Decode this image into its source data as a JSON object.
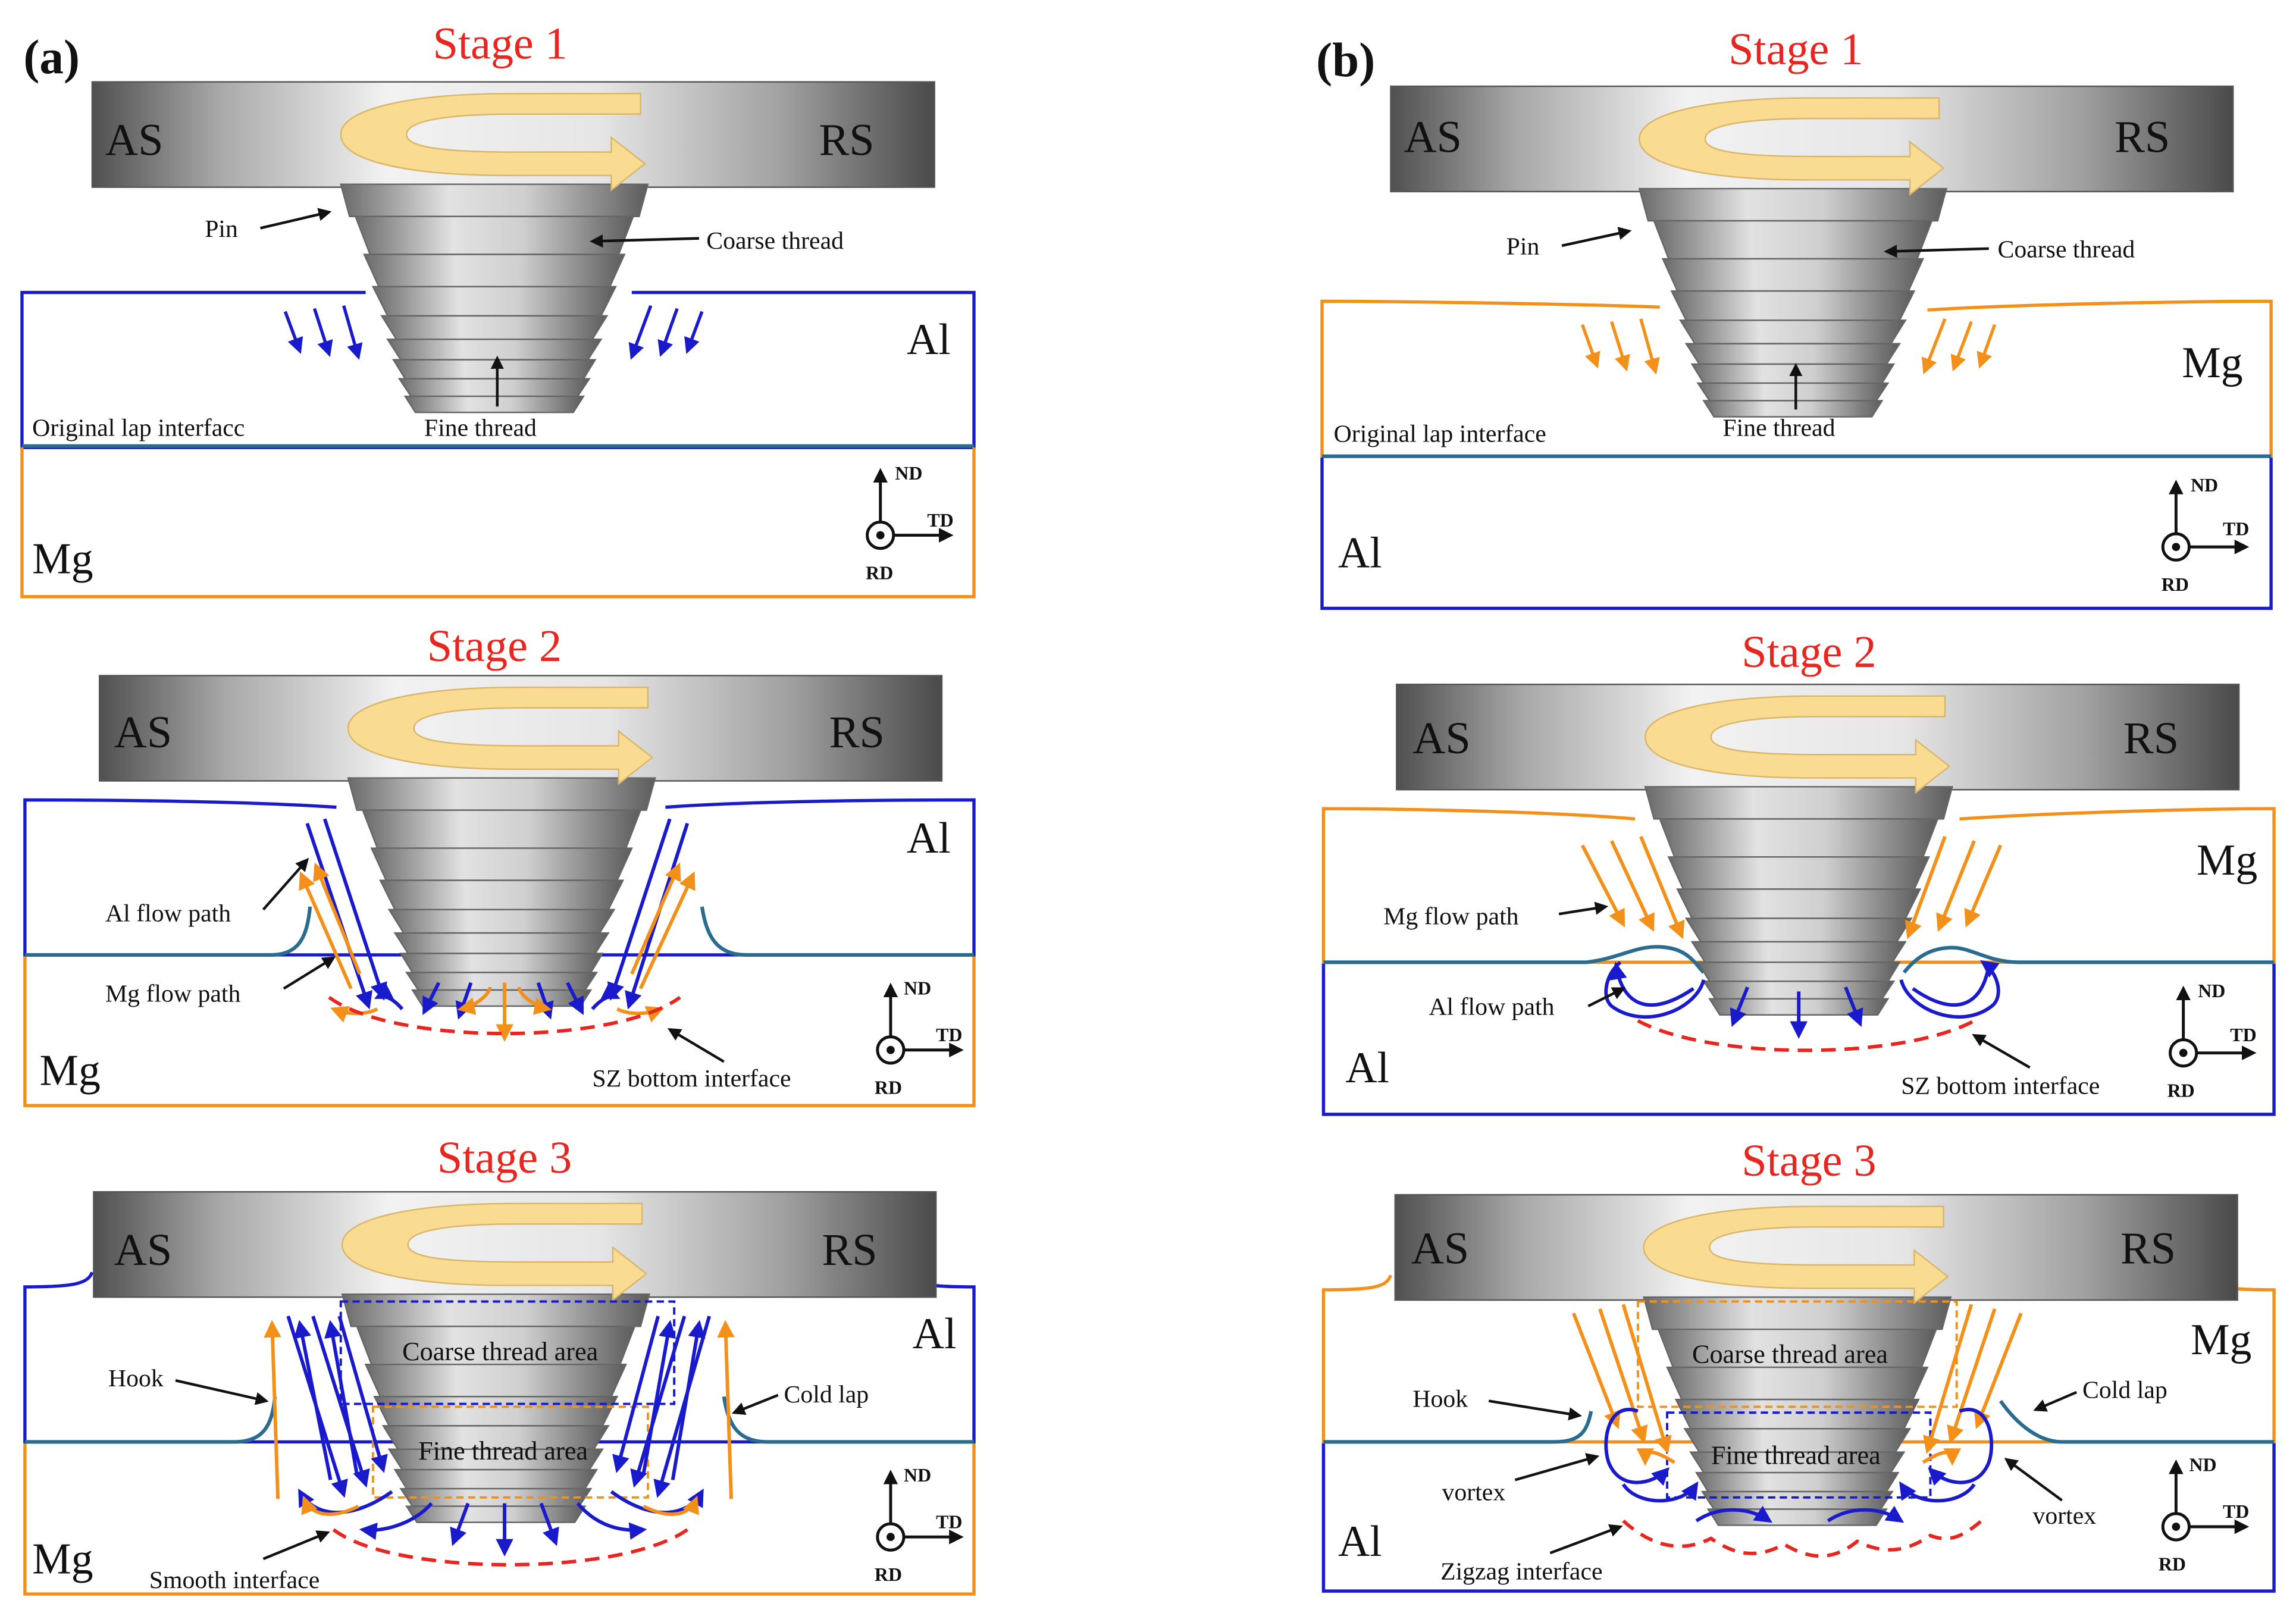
{
  "panels": [
    {
      "letter": "(a)",
      "top_material": "Al",
      "bottom_material": "Mg",
      "stages": [
        {
          "title": "Stage 1",
          "tool_left": "AS",
          "tool_right": "RS",
          "labels": [
            "Pin",
            "Coarse thread",
            "Fine thread",
            "Original lap interfacc"
          ]
        },
        {
          "title": "Stage 2",
          "tool_left": "AS",
          "tool_right": "RS",
          "labels": [
            "Al flow path",
            "Mg flow path",
            "SZ bottom interface"
          ]
        },
        {
          "title": "Stage 3",
          "tool_left": "AS",
          "tool_right": "RS",
          "labels": [
            "Coarse thread area",
            "Fine thread area",
            "Hook",
            "Cold lap",
            "Smooth interface"
          ]
        }
      ]
    },
    {
      "letter": "(b)",
      "top_material": "Mg",
      "bottom_material": "Al",
      "stages": [
        {
          "title": "Stage 1",
          "tool_left": "AS",
          "tool_right": "RS",
          "labels": [
            "Pin",
            "Coarse thread",
            "Fine thread",
            "Original lap interface"
          ]
        },
        {
          "title": "Stage 2",
          "tool_left": "AS",
          "tool_right": "RS",
          "labels": [
            "Mg flow path",
            "Al flow path",
            "SZ bottom interface"
          ]
        },
        {
          "title": "Stage 3",
          "tool_left": "AS",
          "tool_right": "RS",
          "labels": [
            "Coarse thread area",
            "Fine thread area",
            "Hook",
            "Cold lap",
            "vortex",
            "vortex",
            "Zigzag interface"
          ]
        }
      ]
    }
  ],
  "axes": {
    "nd": "ND",
    "td": "TD",
    "rd": "RD"
  },
  "colors": {
    "al": "#1a1acd",
    "mg": "#f39019",
    "lap_interface": "#2a6c90",
    "sz_interface": "#e8251f",
    "stage_title": "#e8251f",
    "rotation_arrow": "#f9dc91"
  }
}
